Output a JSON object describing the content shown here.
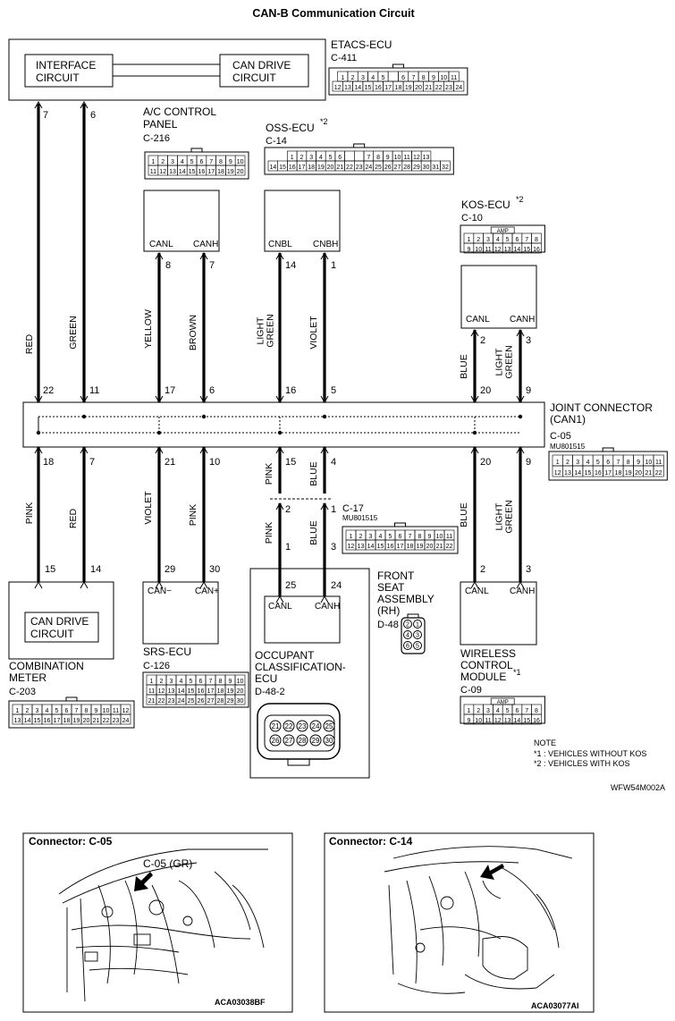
{
  "title": "CAN-B Communication Circuit",
  "etacs": {
    "name": "ETACS-ECU",
    "code": "C-411",
    "iface": [
      "INTERFACE",
      "CIRCUIT"
    ],
    "candrive": [
      "CAN DRIVE",
      "CIRCUIT"
    ],
    "pin_canl": "7",
    "pin_canh": "6",
    "wire_canl": "RED",
    "wire_canh": "GREEN"
  },
  "ac": {
    "name": [
      "A/C CONTROL",
      "PANEL"
    ],
    "code": "C-216",
    "canl": "CANL",
    "canh": "CANH",
    "pin_canl": "8",
    "pin_canh": "7",
    "wire_canl": "YELLOW",
    "wire_canh": "BROWN"
  },
  "oss": {
    "name": "OSS-ECU",
    "mark": "*2",
    "code": "C-14",
    "canl": "CNBL",
    "canh": "CNBH",
    "pin_canl": "14",
    "pin_canh": "1",
    "wire_canl": [
      "LIGHT",
      "GREEN"
    ],
    "wire_canh": "VIOLET"
  },
  "kos": {
    "name": "KOS-ECU",
    "mark": "*2",
    "code": "C-10",
    "canl": "CANL",
    "canh": "CANH",
    "pin_canl": "2",
    "pin_canh": "3",
    "wire_canl": "BLUE",
    "wire_canh": [
      "LIGHT",
      "GREEN"
    ],
    "amp": "AMP"
  },
  "joint": {
    "name": [
      "JOINT CONNECTOR",
      "(CAN1)"
    ],
    "code": "C-05",
    "part": "MU801515",
    "top_pins": [
      "22",
      "11",
      "17",
      "6",
      "16",
      "5",
      "20",
      "9"
    ],
    "bottom_pins": [
      "18",
      "7",
      "21",
      "10",
      "15",
      "4",
      "20",
      "9"
    ]
  },
  "lower_wires": [
    "PINK",
    "RED",
    "VIOLET",
    "PINK",
    "PINK",
    "BLUE",
    "BLUE",
    [
      "LIGHT",
      "GREEN"
    ]
  ],
  "c17": {
    "code": "C-17",
    "part": "MU801515",
    "pin_top_l": "2",
    "pin_top_r": "1",
    "pin_bot_l": "1",
    "pin_bot_r": "3",
    "wire_l": "PINK",
    "wire_r": "BLUE"
  },
  "combo": {
    "candrive": [
      "CAN DRIVE",
      "CIRCUIT"
    ],
    "name": [
      "COMBINATION",
      "METER"
    ],
    "code": "C-203",
    "pin_l": "15",
    "pin_r": "14"
  },
  "srs": {
    "name": "SRS-ECU",
    "code": "C-126",
    "canl": "CAN−",
    "canh": "CAN+",
    "pin_l": "29",
    "pin_r": "30"
  },
  "occ": {
    "name": [
      "OCCUPANT",
      "CLASSIFICATION-",
      "ECU"
    ],
    "code": "D-48-2",
    "canl": "CANL",
    "canh": "CANH",
    "pin_l": "25",
    "pin_r": "24",
    "pins_top": [
      "21",
      "22",
      "23",
      "24",
      "25"
    ],
    "pins_bot": [
      "26",
      "27",
      "28",
      "29",
      "30"
    ]
  },
  "seat": {
    "name": [
      "FRONT",
      "SEAT",
      "ASSEMBLY",
      "(RH)"
    ],
    "code": "D-48",
    "pins": [
      "2",
      "1",
      "4",
      "3",
      "6",
      "5"
    ]
  },
  "wireless": {
    "name": [
      "WIRELESS",
      "CONTROL",
      "MODULE"
    ],
    "mark": "*1",
    "code": "C-09",
    "canl": "CANL",
    "canh": "CANH",
    "pin_l": "2",
    "pin_r": "3",
    "amp": "AMP"
  },
  "note": {
    "heading": "NOTE",
    "lines": [
      "*1 : VEHICLES WITHOUT KOS",
      "*2 : VEHICLES WITH KOS"
    ]
  },
  "figure_id": "WFW54M002A",
  "conn_c05": {
    "title": "Connector: C-05",
    "label": "C-05 (GR)",
    "id": "ACA03038BF"
  },
  "conn_c14": {
    "title": "Connector: C-14",
    "id": "ACA03077AI"
  },
  "conn_pins": {
    "etacs_r1": [
      "1",
      "2",
      "3",
      "4",
      "5",
      "",
      "6",
      "7",
      "8",
      "9",
      "10",
      "11"
    ],
    "etacs_r2": [
      "12",
      "13",
      "14",
      "15",
      "16",
      "17",
      "18",
      "19",
      "20",
      "21",
      "22",
      "23",
      "24"
    ],
    "ac_r1": [
      "1",
      "2",
      "3",
      "4",
      "5",
      "6",
      "7",
      "8",
      "9",
      "10"
    ],
    "ac_r2": [
      "11",
      "12",
      "13",
      "14",
      "15",
      "16",
      "17",
      "18",
      "19",
      "20"
    ],
    "oss_r1": [
      "1",
      "2",
      "3",
      "4",
      "5",
      "6",
      "",
      "",
      "7",
      "8",
      "9",
      "10",
      "11",
      "12",
      "13"
    ],
    "oss_r2": [
      "14",
      "15",
      "16",
      "17",
      "18",
      "19",
      "20",
      "21",
      "22",
      "23",
      "24",
      "25",
      "26",
      "27",
      "28",
      "29",
      "30",
      "31",
      "32"
    ],
    "kos_r1": [
      "1",
      "2",
      "3",
      "4",
      "5",
      "6",
      "7",
      "8"
    ],
    "kos_r2": [
      "9",
      "10",
      "11",
      "12",
      "13",
      "14",
      "15",
      "16"
    ],
    "joint_r1": [
      "1",
      "2",
      "3",
      "4",
      "5",
      "6",
      "7",
      "8",
      "9",
      "10",
      "11"
    ],
    "joint_r2": [
      "12",
      "13",
      "14",
      "15",
      "16",
      "17",
      "18",
      "19",
      "20",
      "21",
      "22"
    ],
    "c17_r1": [
      "1",
      "2",
      "3",
      "4",
      "5",
      "6",
      "7",
      "8",
      "9",
      "10",
      "11"
    ],
    "c17_r2": [
      "12",
      "13",
      "14",
      "15",
      "16",
      "17",
      "18",
      "19",
      "20",
      "21",
      "22"
    ],
    "combo_r1": [
      "1",
      "2",
      "3",
      "4",
      "5",
      "6",
      "7",
      "8",
      "9",
      "10",
      "11",
      "12"
    ],
    "combo_r2": [
      "13",
      "14",
      "15",
      "16",
      "17",
      "18",
      "19",
      "20",
      "21",
      "22",
      "23",
      "24"
    ],
    "srs_r1": [
      "1",
      "2",
      "3",
      "4",
      "5",
      "6",
      "7",
      "8",
      "9",
      "10"
    ],
    "srs_r2": [
      "11",
      "12",
      "13",
      "14",
      "15",
      "16",
      "17",
      "18",
      "19",
      "20"
    ],
    "srs_r3": [
      "21",
      "22",
      "23",
      "24",
      "25",
      "26",
      "27",
      "28",
      "29",
      "30"
    ],
    "wcm_r1": [
      "1",
      "2",
      "3",
      "4",
      "5",
      "6",
      "7",
      "8"
    ],
    "wcm_r2": [
      "9",
      "10",
      "11",
      "12",
      "13",
      "14",
      "15",
      "16"
    ]
  }
}
